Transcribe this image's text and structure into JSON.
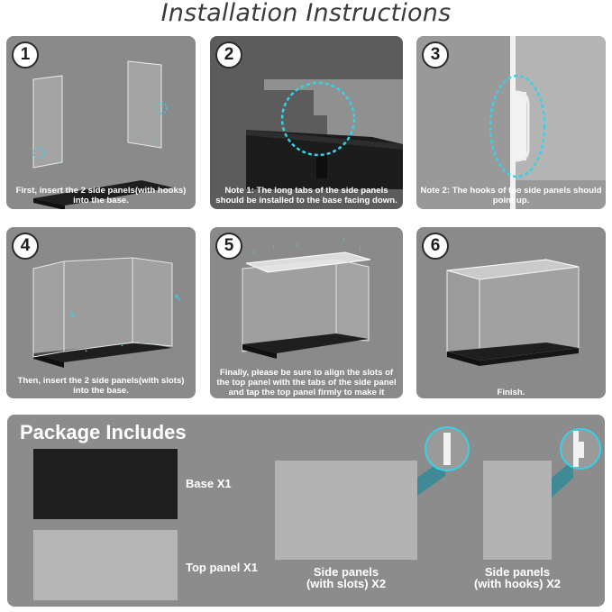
{
  "title": "Installation Instructions",
  "steps": [
    {
      "number": "1",
      "caption": "First, insert the 2 side panels(with hooks) into the base."
    },
    {
      "number": "2",
      "caption": "Note 1: The long tabs of the side panels should be installed to the base facing down."
    },
    {
      "number": "3",
      "caption": "Note 2: The hooks of the side panels should point up."
    },
    {
      "number": "4",
      "caption": "Then, insert the 2 side panels(with slots) into the base."
    },
    {
      "number": "5",
      "caption": "Finally, please be sure to align the slots of the top panel with the tabs of the side panel and tap the top panel firmly to make it secure."
    },
    {
      "number": "6",
      "caption": "Finish."
    }
  ],
  "package": {
    "title": "Package Includes",
    "base": "Base X1",
    "top": "Top panel X1",
    "slots_line1": "Side panels",
    "slots_line2": "(with slots) X2",
    "hooks_line1": "Side panels",
    "hooks_line2": "(with hooks) X2"
  },
  "colors": {
    "card_bg": "#8a8a8a",
    "accent_cyan": "#35d2e8",
    "base_black": "#1e1e1e"
  }
}
